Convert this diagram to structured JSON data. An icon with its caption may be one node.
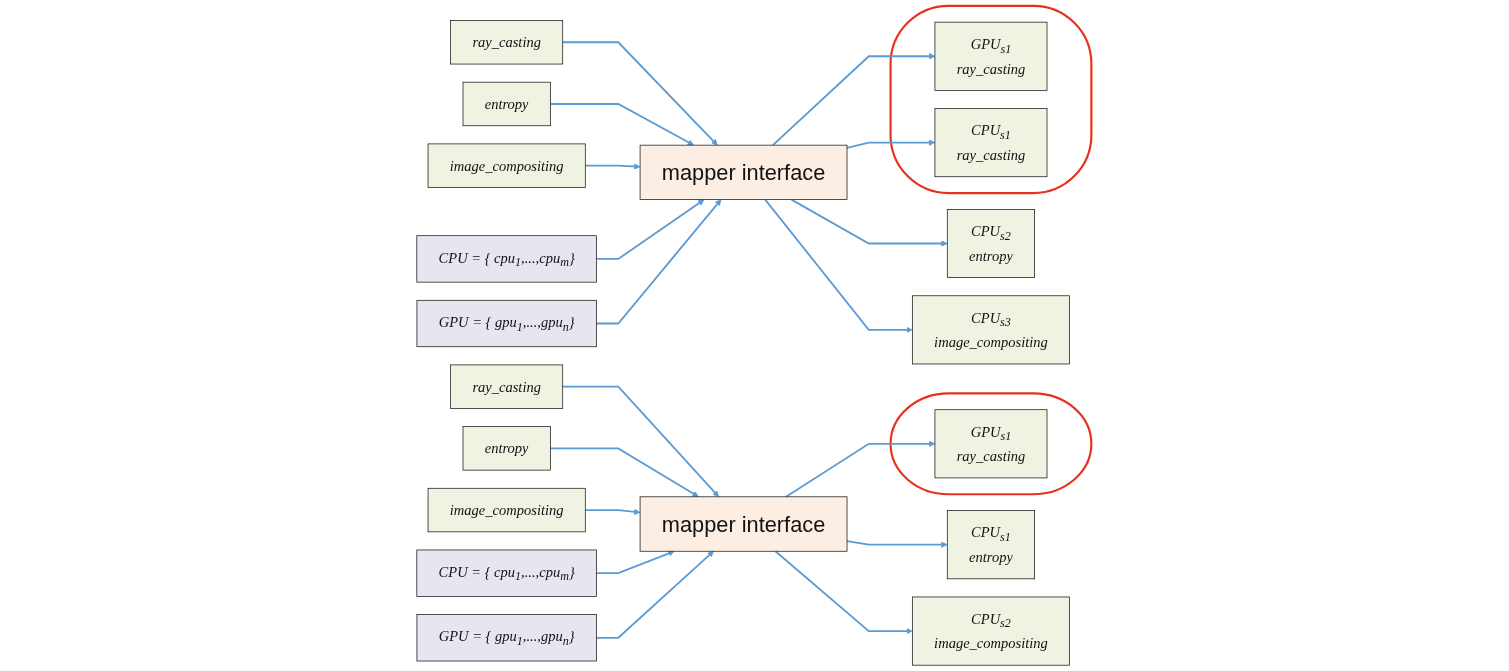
{
  "diagram": {
    "nodes": [
      {
        "text": [
          "ray_casting"
        ]
      },
      {
        "text": [
          "entropy"
        ]
      },
      {
        "text": [
          "image_compositing"
        ]
      },
      {
        "text": [
          "CPU =  { cpu$_{1}$,...,cpu$_{m}$}"
        ]
      },
      {
        "text": [
          "GPU =  { gpu$_{1}$,...,gpu$_{n}$}"
        ]
      },
      {
        "text": [
          "mapper interface"
        ]
      },
      {
        "text": [],
        "shape": "ellipse"
      },
      {
        "text": [
          "GPU$_{s1}$",
          "ray_casting"
        ],
        "in": 6
      },
      {
        "text": [
          "CPU$_{s1}$",
          "entropy"
        ]
      },
      {
        "text": [
          "CPU$_{s2}$",
          "image_compositing"
        ]
      },
      {
        "text": [
          "ray_casting"
        ]
      },
      {
        "text": [
          "entropy"
        ]
      },
      {
        "text": [
          "image_compositing"
        ]
      },
      {
        "text": [
          "CPU =  { cpu$_{1}$,...,cpu$_{m}$}"
        ]
      },
      {
        "text": [
          "GPU =  { gpu$_{1}$,...,gpu$_{n}$}"
        ]
      },
      {
        "text": [
          "mapper interface"
        ]
      },
      {
        "text": [],
        "shape": "ellipse"
      },
      {
        "text": [
          "GPU$_{s1}$",
          "ray_casting"
        ],
        "in": 16
      },
      {
        "text": [
          "CPU$_{s1}$",
          "ray_casting"
        ],
        "in": 16
      },
      {
        "text": [
          "CPU$_{s2}$",
          "entropy"
        ]
      },
      {
        "text": [
          "CPU$_{s3}$",
          "image_compositing"
        ]
      }
    ],
    "edges": [
      {
        "from": 0,
        "to": 5,
        "arrow": "to"
      },
      {
        "from": 1,
        "to": 5,
        "arrow": "to"
      },
      {
        "from": 2,
        "to": 5,
        "arrow": "to"
      },
      {
        "from": 3,
        "to": 5,
        "arrow": "to"
      },
      {
        "from": 4,
        "to": 5,
        "arrow": "to"
      },
      {
        "from": 5,
        "to": 7,
        "arrow": "to"
      },
      {
        "from": 5,
        "to": 8,
        "arrow": "to"
      },
      {
        "from": 5,
        "to": 9,
        "arrow": "to"
      },
      {
        "from": 10,
        "to": 15,
        "arrow": "to"
      },
      {
        "from": 11,
        "to": 15,
        "arrow": "to"
      },
      {
        "from": 12,
        "to": 15,
        "arrow": "to"
      },
      {
        "from": 13,
        "to": 15,
        "arrow": "to"
      },
      {
        "from": 14,
        "to": 15,
        "arrow": "to"
      },
      {
        "from": 15,
        "to": 17,
        "arrow": "to"
      },
      {
        "from": 15,
        "to": 18,
        "arrow": "to"
      },
      {
        "from": 15,
        "to": 19,
        "arrow": "to"
      },
      {
        "from": 15,
        "to": 20,
        "arrow": "to"
      }
    ]
  }
}
